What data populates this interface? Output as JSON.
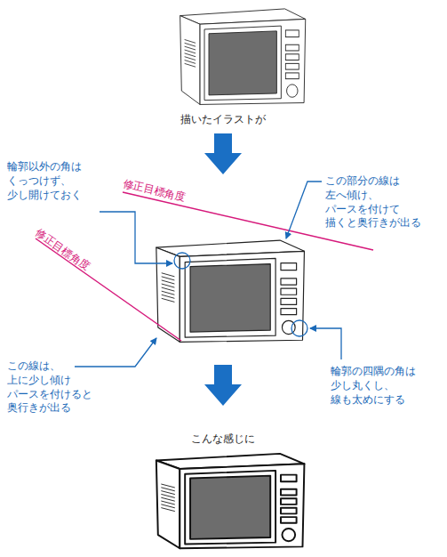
{
  "diagram": {
    "labels": [
      "描いたイラストが",
      "輪郭以外の角は くっつけず、 少し開けておく",
      "修正目標角度",
      "この部分の線は 左へ傾け、 パースを付けて 描くと奥行きが出る",
      "修正目標角度",
      "この線は、 上に少し傾け パースを付けると 奥行きが出る",
      "輪郭の四隅の角は 少し丸くし、 線も太めにする",
      "こんな感じに"
    ]
  }
}
